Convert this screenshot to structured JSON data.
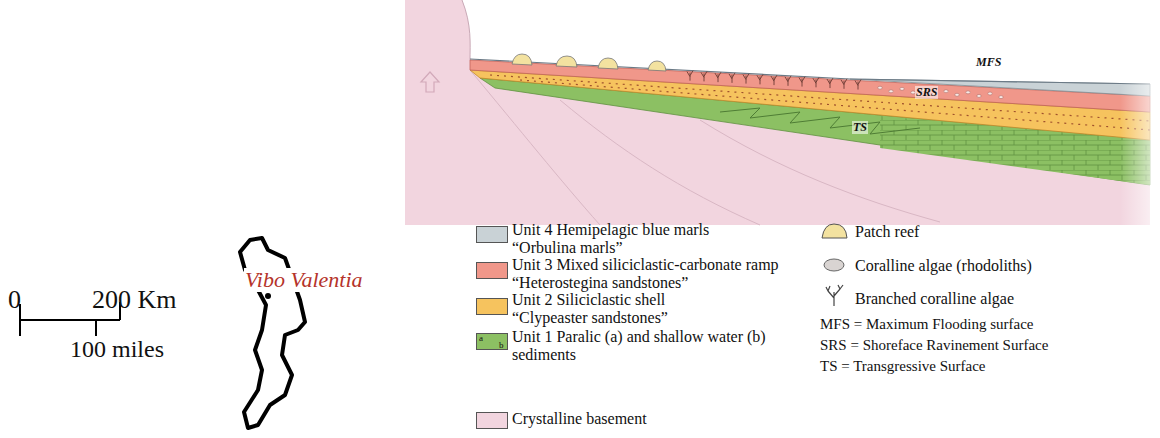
{
  "diagram": {
    "labels": [
      "MFS",
      "SRS",
      "TS",
      "Vibo Valentia",
      "0",
      "200 Km",
      "100 miles",
      "a",
      "b",
      "MFS = Maximum Flooding surface",
      "SRS = Shoreface Ravinement Surface",
      "TS = Transgressive Surface"
    ],
    "legend": [
      {
        "text": "Unit 4 Hemipelagic blue marls “Orbulina marls”",
        "color": "#c9d2d6"
      },
      {
        "text": "Unit 3 Mixed siliciclastic-carbonate ramp “Heterostegina sandstones”",
        "color": "#f0978a"
      },
      {
        "text": "Unit 2 Siliciclastic shell “Clypeaster sandstones”",
        "color": "#f6c35e"
      },
      {
        "text": "Unit 1 Paralic (a) and shallow water (b) sediments",
        "color": "#8cc063"
      },
      {
        "text": "Crystalline basement",
        "color": "#f2d5df"
      },
      {
        "text": "Patch reef"
      },
      {
        "text": "Coralline algae (rhodoliths)"
      },
      {
        "text": "Branched coralline algae"
      }
    ]
  }
}
